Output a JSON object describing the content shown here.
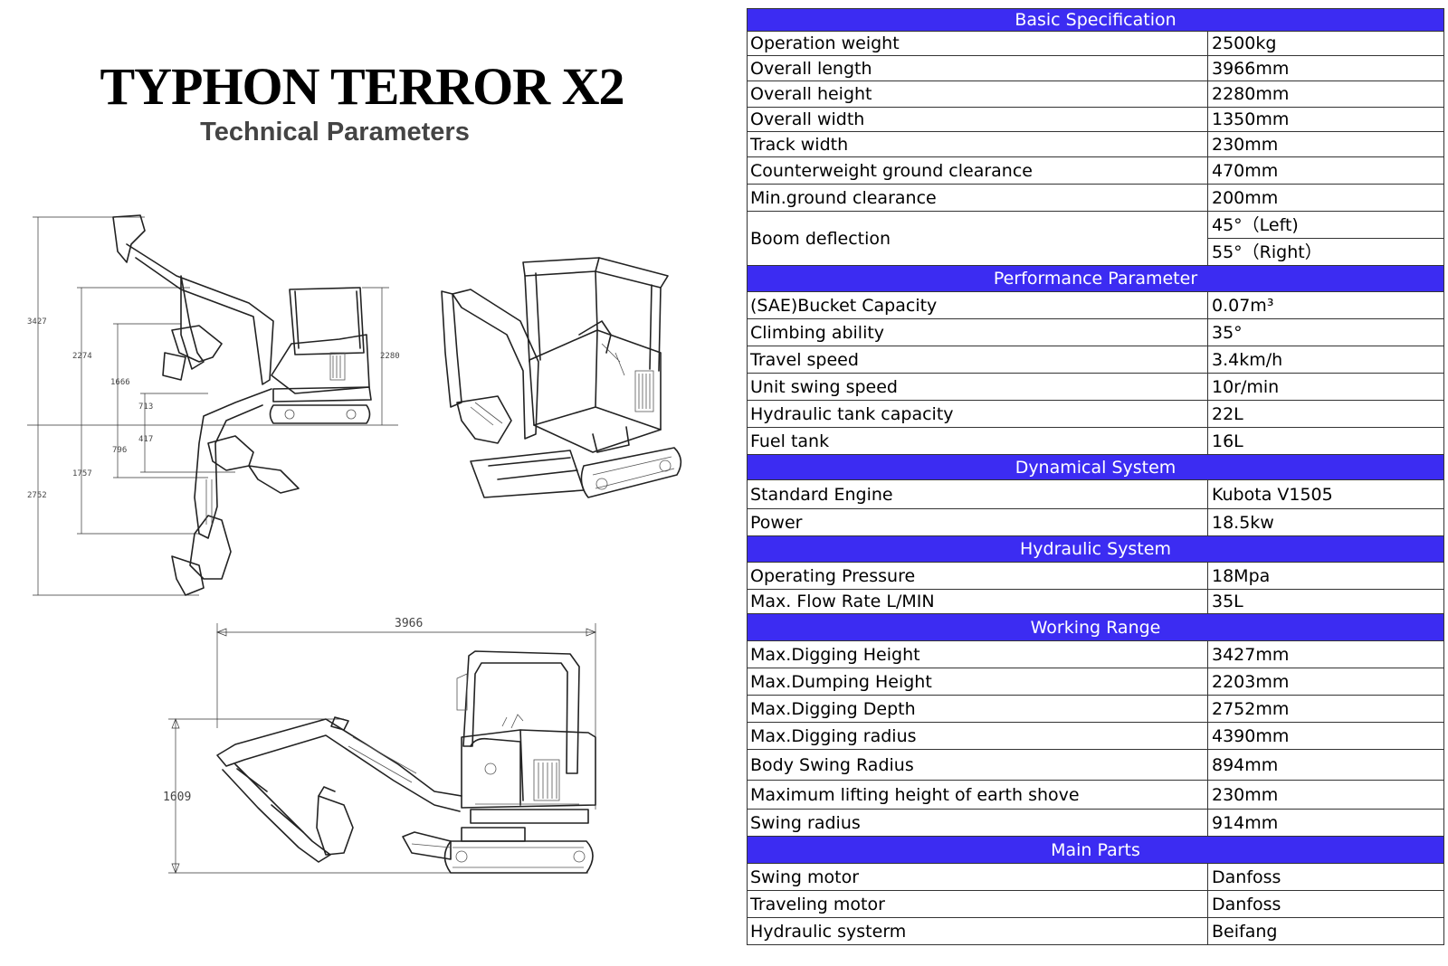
{
  "header": {
    "title": "TYPHON TERROR X2",
    "subtitle": "Technical Parameters"
  },
  "drawings": {
    "front": {
      "dims": [
        "3427",
        "2274",
        "1666",
        "713",
        "417",
        "796",
        "1757",
        "2752",
        "2280"
      ]
    },
    "side": {
      "dims": [
        "3966",
        "1609"
      ]
    }
  },
  "colors": {
    "section_header_bg": "#3c2cf2",
    "section_header_text": "#ffffff",
    "grid": "#333333"
  },
  "spec": {
    "basic": {
      "header": "Basic Specification",
      "rows": [
        {
          "label": "Operation weight",
          "value": "2500kg"
        },
        {
          "label": "Overall length",
          "value": "3966mm"
        },
        {
          "label": "Overall height",
          "value": "2280mm"
        },
        {
          "label": "Overall width",
          "value": "1350mm"
        },
        {
          "label": "Track width",
          "value": "230mm"
        },
        {
          "label": "Counterweight ground clearance",
          "value": "470mm"
        },
        {
          "label": "Min.ground clearance",
          "value": "200mm"
        }
      ],
      "boom": {
        "label": "Boom deflection",
        "value1": "45°（Left)",
        "value2": "55°（Right）"
      }
    },
    "performance": {
      "header": "Performance Parameter",
      "rows": [
        {
          "label": "(SAE)Bucket Capacity",
          "value": "0.07m³"
        },
        {
          "label": "Climbing ability",
          "value": "35°"
        },
        {
          "label": "Travel speed",
          "value": "3.4km/h"
        },
        {
          "label": "Unit swing speed",
          "value": "10r/min"
        },
        {
          "label": "Hydraulic tank capacity",
          "value": "22L"
        },
        {
          "label": "Fuel tank",
          "value": "16L"
        }
      ]
    },
    "dynamical": {
      "header": "Dynamical System",
      "rows": [
        {
          "label": "Standard Engine",
          "value": "Kubota  V1505"
        },
        {
          "label": "Power",
          "value": "18.5kw"
        }
      ]
    },
    "hydraulic": {
      "header": "Hydraulic System",
      "rows": [
        {
          "label": "Operating Pressure",
          "value": "18Mpa"
        },
        {
          "label": "Max. Flow Rate L/MIN",
          "value": "35L"
        }
      ]
    },
    "working": {
      "header": "Working Range",
      "rows": [
        {
          "label": "Max.Digging Height",
          "value": "3427mm"
        },
        {
          "label": "Max.Dumping Height",
          "value": "2203mm"
        },
        {
          "label": "Max.Digging Depth",
          "value": "2752mm"
        },
        {
          "label": "Max.Digging radius",
          "value": "4390mm"
        },
        {
          "label": "Body Swing Radius",
          "value": "894mm"
        },
        {
          "label": "Maximum lifting height of earth shove",
          "value": "230mm"
        },
        {
          "label": "Swing radius",
          "value": "914mm"
        }
      ]
    },
    "main_parts": {
      "header": "Main Parts",
      "rows": [
        {
          "label": "Swing motor",
          "value": "Danfoss"
        },
        {
          "label": "Traveling motor",
          "value": "Danfoss"
        },
        {
          "label": "Hydraulic systerm",
          "value": "Beifang"
        }
      ]
    }
  }
}
